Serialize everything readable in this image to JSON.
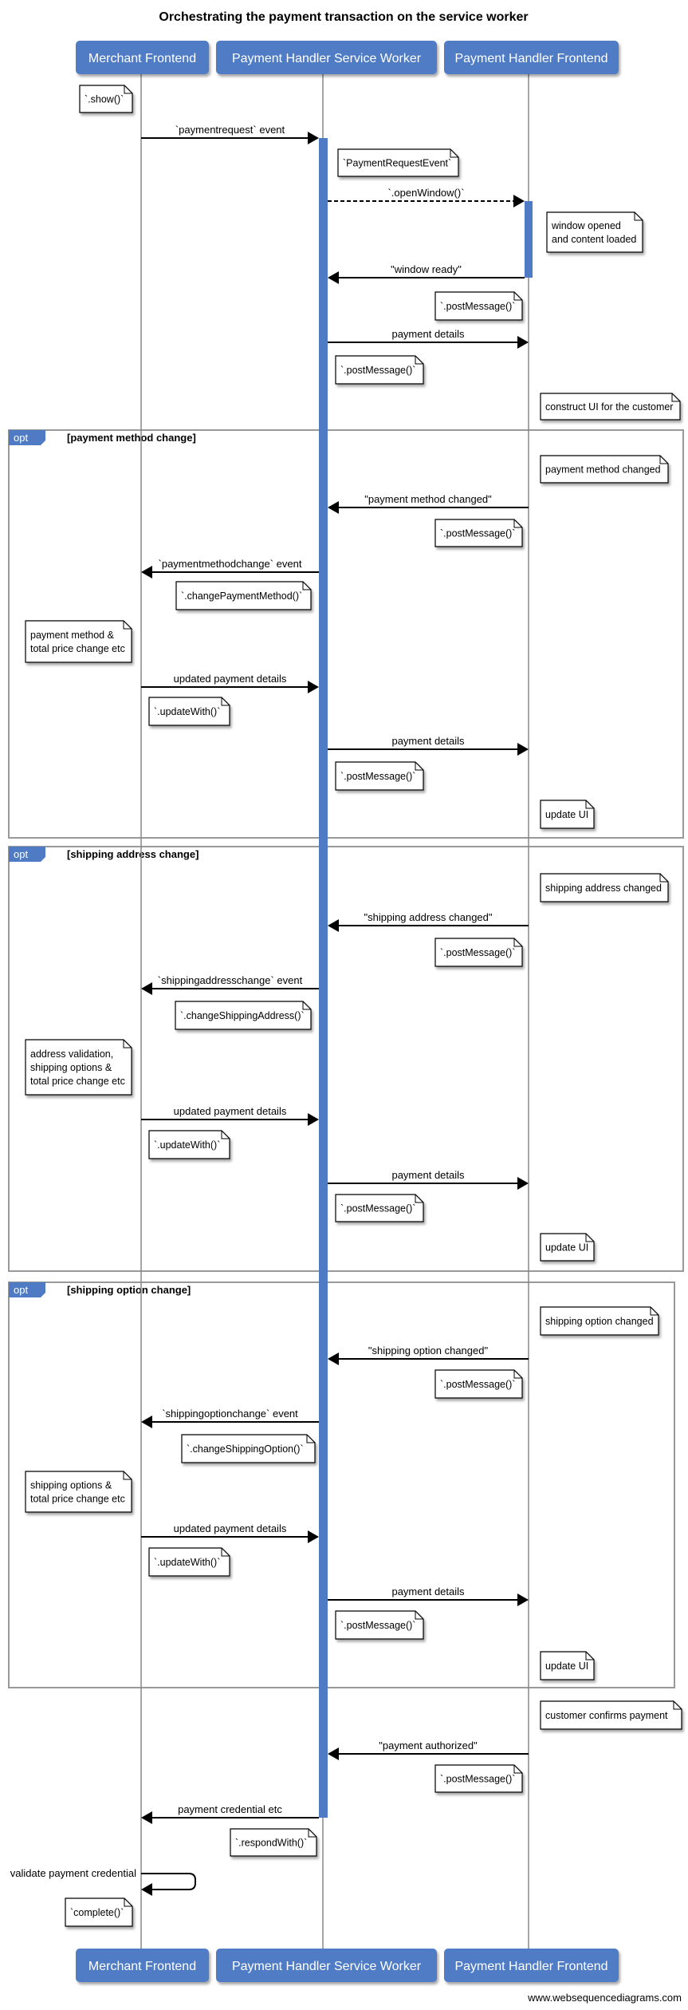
{
  "title": "Orchestrating the payment transaction on the service worker",
  "participants": [
    {
      "name": "Merchant Frontend"
    },
    {
      "name": "Payment Handler Service Worker"
    },
    {
      "name": "Payment Handler Frontend"
    }
  ],
  "messages": [
    {
      "from": 0,
      "to": 1,
      "label": "`paymentrequest` event",
      "style": "solid"
    },
    {
      "from": 1,
      "to": 2,
      "label": "`.openWindow()`",
      "style": "dashed"
    },
    {
      "from": 2,
      "to": 1,
      "label": "\"window ready\"",
      "style": "solid"
    },
    {
      "from": 1,
      "to": 2,
      "label": "payment details",
      "style": "solid"
    },
    {
      "from": 2,
      "to": 1,
      "label": "\"payment method changed\"",
      "style": "solid"
    },
    {
      "from": 1,
      "to": 0,
      "label": "`paymentmethodchange` event",
      "style": "solid"
    },
    {
      "from": 0,
      "to": 1,
      "label": "updated payment details",
      "style": "solid"
    },
    {
      "from": 1,
      "to": 2,
      "label": "payment details",
      "style": "solid"
    },
    {
      "from": 2,
      "to": 1,
      "label": "\"shipping address changed\"",
      "style": "solid"
    },
    {
      "from": 1,
      "to": 0,
      "label": "`shippingaddresschange` event",
      "style": "solid"
    },
    {
      "from": 0,
      "to": 1,
      "label": "updated payment details",
      "style": "solid"
    },
    {
      "from": 1,
      "to": 2,
      "label": "payment details",
      "style": "solid"
    },
    {
      "from": 2,
      "to": 1,
      "label": "\"shipping option changed\"",
      "style": "solid"
    },
    {
      "from": 1,
      "to": 0,
      "label": "`shippingoptionchange` event",
      "style": "solid"
    },
    {
      "from": 0,
      "to": 1,
      "label": "updated payment details",
      "style": "solid"
    },
    {
      "from": 1,
      "to": 2,
      "label": "payment details",
      "style": "solid"
    },
    {
      "from": 2,
      "to": 1,
      "label": "\"payment authorized\"",
      "style": "solid"
    },
    {
      "from": 1,
      "to": 0,
      "label": "payment credential etc",
      "style": "solid"
    },
    {
      "from": 0,
      "to": 0,
      "label": "validate payment credential",
      "style": "solid"
    }
  ],
  "notes": [
    {
      "lines": [
        "`.show()`"
      ]
    },
    {
      "lines": [
        "`PaymentRequestEvent`"
      ]
    },
    {
      "lines": [
        "window opened",
        "and content loaded"
      ]
    },
    {
      "lines": [
        "`.postMessage()`"
      ]
    },
    {
      "lines": [
        "`.postMessage()`"
      ]
    },
    {
      "lines": [
        "construct UI for the customer"
      ]
    },
    {
      "lines": [
        "payment method changed"
      ]
    },
    {
      "lines": [
        "`.postMessage()`"
      ]
    },
    {
      "lines": [
        "`.changePaymentMethod()`"
      ]
    },
    {
      "lines": [
        "payment method &",
        "total price change etc"
      ]
    },
    {
      "lines": [
        "`.updateWith()`"
      ]
    },
    {
      "lines": [
        "`.postMessage()`"
      ]
    },
    {
      "lines": [
        "update UI"
      ]
    },
    {
      "lines": [
        "shipping address changed"
      ]
    },
    {
      "lines": [
        "`.postMessage()`"
      ]
    },
    {
      "lines": [
        "`.changeShippingAddress()`"
      ]
    },
    {
      "lines": [
        "address validation,",
        "shipping options &",
        "total price change etc"
      ]
    },
    {
      "lines": [
        "`.updateWith()`"
      ]
    },
    {
      "lines": [
        "`.postMessage()`"
      ]
    },
    {
      "lines": [
        "update UI"
      ]
    },
    {
      "lines": [
        "shipping option changed"
      ]
    },
    {
      "lines": [
        "`.postMessage()`"
      ]
    },
    {
      "lines": [
        "`.changeShippingOption()`"
      ]
    },
    {
      "lines": [
        "shipping options &",
        "total price change etc"
      ]
    },
    {
      "lines": [
        "`.updateWith()`"
      ]
    },
    {
      "lines": [
        "`.postMessage()`"
      ]
    },
    {
      "lines": [
        "update UI"
      ]
    },
    {
      "lines": [
        "customer confirms payment"
      ]
    },
    {
      "lines": [
        "`.postMessage()`"
      ]
    },
    {
      "lines": [
        "`.respondWith()`"
      ]
    },
    {
      "lines": [
        "`complete()`"
      ]
    }
  ],
  "fragments": [
    {
      "operator": "opt",
      "condition": "[payment method change]"
    },
    {
      "operator": "opt",
      "condition": "[shipping address change]"
    },
    {
      "operator": "opt",
      "condition": "[shipping option change]"
    }
  ],
  "footer": "www.websequencediagrams.com",
  "colors": {
    "participant": "#4f7bc4",
    "activation": "#4f7bc4",
    "lifeline": "#888888",
    "frame": "#999999",
    "note_fill": "#ffffff"
  }
}
